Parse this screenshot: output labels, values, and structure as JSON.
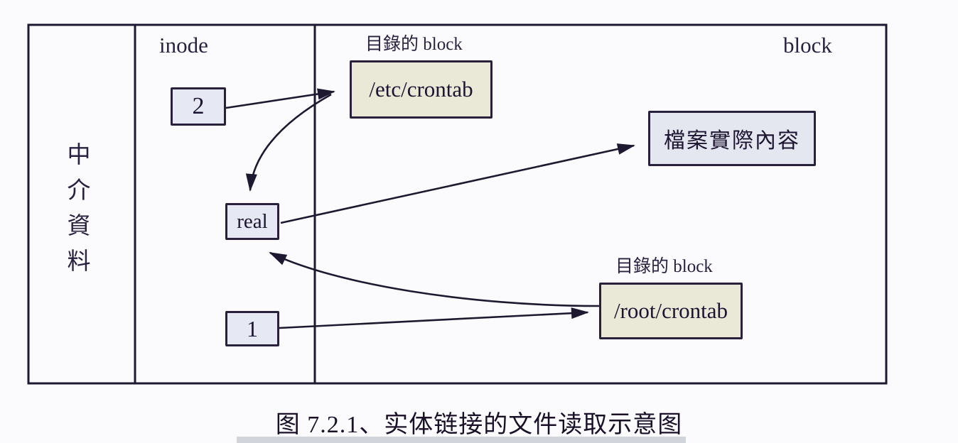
{
  "figure": {
    "caption": "图 7.2.1、实体链接的文件读取示意图",
    "columns": {
      "meta_label": "中介資料",
      "inode_label": "inode",
      "block_label": "block"
    },
    "labels": {
      "dir_block_top": "目錄的 block",
      "dir_block_bottom": "目錄的 block"
    },
    "nodes": {
      "inode_count_2": "2",
      "inode_count_1": "1",
      "inode_real": "real",
      "etc_crontab": "/etc/crontab",
      "root_crontab": "/root/crontab",
      "file_content": "檔案實際內容"
    },
    "colors": {
      "background": "#fbfbfe",
      "line": "#1e1830",
      "inode_box_fill": "#e6e8f4",
      "directory_box_fill": "#eae9d8",
      "content_box_fill": "#e4e6f0",
      "text": "#261c38"
    }
  }
}
